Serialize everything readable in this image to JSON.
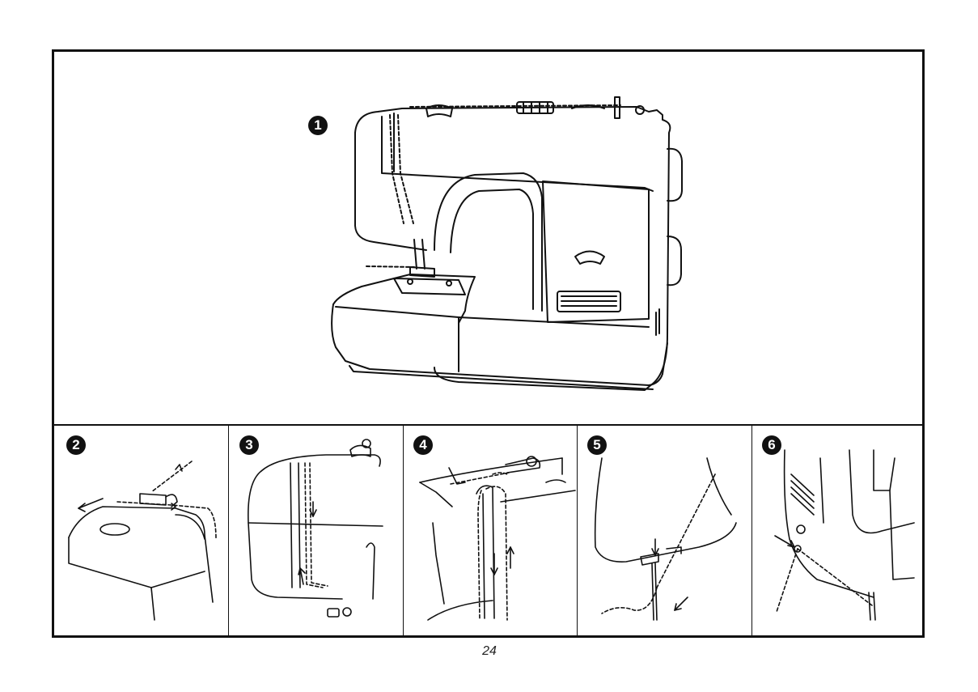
{
  "figure": {
    "steps": [
      {
        "number": "1"
      },
      {
        "number": "2"
      },
      {
        "number": "3"
      },
      {
        "number": "4"
      },
      {
        "number": "5"
      },
      {
        "number": "6"
      }
    ]
  },
  "footer": {
    "page_number": "24"
  },
  "colors": {
    "line": "#111111",
    "background": "#ffffff"
  }
}
